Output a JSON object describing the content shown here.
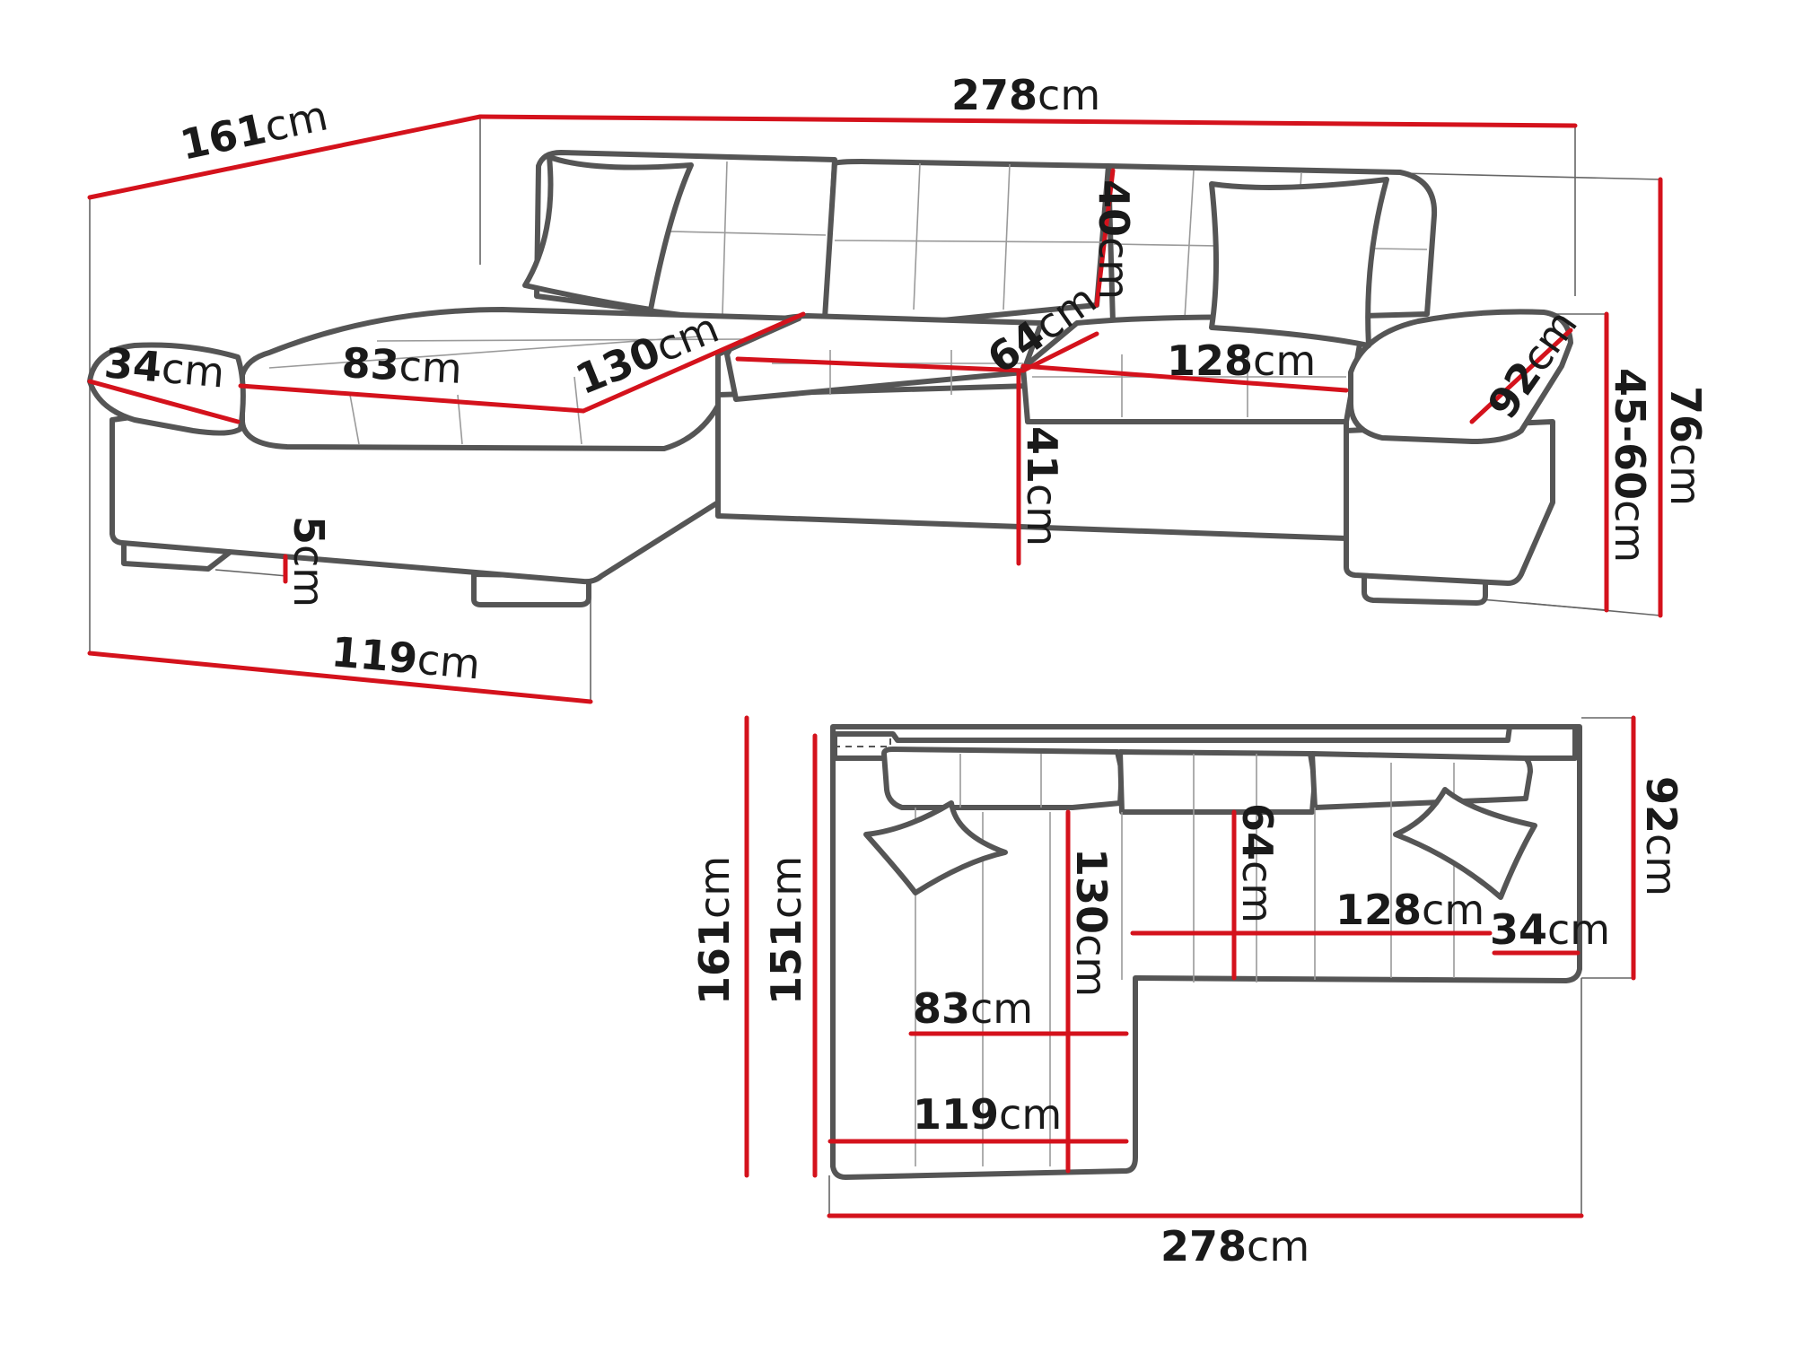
{
  "colors": {
    "dimension_line": "#d4121c",
    "outline": "#555555",
    "text": "#1a1a1a",
    "background": "#ffffff"
  },
  "unit": "cm",
  "perspective_view": {
    "total_width": "278",
    "depth": "161",
    "back_height": "40",
    "chaise_armrest_width": "34",
    "chaise_seat_width": "83",
    "chaise_seat_depth": "130",
    "seat_depth": "64",
    "seat_width": "128",
    "right_armrest_depth": "92",
    "seat_height_front": "41",
    "seat_height_range": "45-60",
    "total_height": "76",
    "leg_height": "5",
    "chaise_total_width": "119"
  },
  "top_view": {
    "total_width": "278",
    "total_depth": "161",
    "inner_depth": "151",
    "chaise_seat_depth": "130",
    "seat_depth": "64",
    "seat_width": "128",
    "armrest_width": "34",
    "right_depth": "92",
    "chaise_seat_width": "83",
    "chaise_total_width": "119"
  }
}
